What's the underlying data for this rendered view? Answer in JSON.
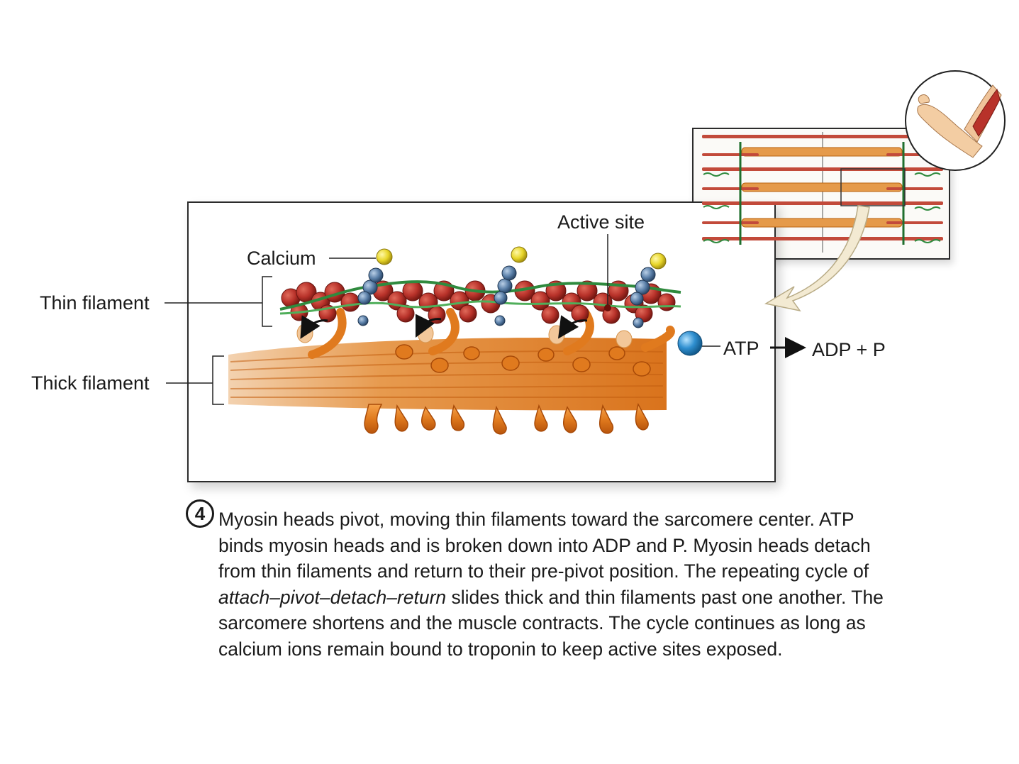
{
  "labels": {
    "thin_filament": "Thin filament",
    "thick_filament": "Thick filament",
    "calcium": "Calcium",
    "active_site": "Active site",
    "atp": "ATP",
    "products": "ADP + P"
  },
  "step": {
    "number": "4",
    "text_part1": "Myosin heads pivot, moving thin filaments toward the sarcomere center. ATP binds myosin heads and is broken down into ADP and P. Myosin heads detach from thin filaments and return to their pre-pivot position. The repeating cycle of ",
    "text_emphasis": "attach–pivot–detach–return",
    "text_part2": " slides thick and thin filaments past one another. The sarcomere shortens and the muscle contracts. The cycle continues as long as calcium ions remain bound to troponin to keep active sites exposed."
  },
  "colors": {
    "actin": "#b8322a",
    "tropomyosin": "#2f8a3e",
    "troponin": "#5a7fa8",
    "calcium": "#e8d62a",
    "myosin": "#e07a1e",
    "atp": "#2f8fd0",
    "inset_arrow": "#f3ead2"
  }
}
